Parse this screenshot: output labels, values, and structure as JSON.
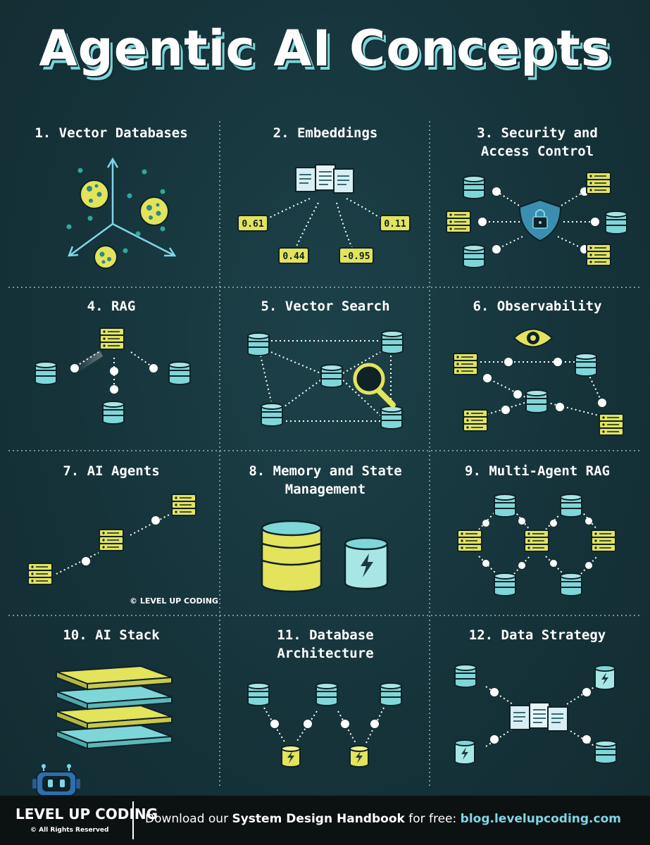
{
  "title": "Agentic AI Concepts",
  "concepts": [
    {
      "label": "1. Vector Databases"
    },
    {
      "label": "2. Embeddings"
    },
    {
      "label": "3. Security and\nAccess Control"
    },
    {
      "label": "4. RAG"
    },
    {
      "label": "5. Vector Search"
    },
    {
      "label": "6. Observability"
    },
    {
      "label": "7. AI Agents"
    },
    {
      "label": "8. Memory and State\nManagement"
    },
    {
      "label": "9. Multi-Agent RAG"
    },
    {
      "label": "10. AI Stack"
    },
    {
      "label": "11. Database\nArchitecture"
    },
    {
      "label": "12. Data Strategy"
    }
  ],
  "embeddings": {
    "values": [
      "0.61",
      "0.44",
      "-0.95",
      "0.11"
    ]
  },
  "copyright": "© LEVEL UP CODING",
  "footer": {
    "brand": "LEVEL UP CODING",
    "rights": "© All Rights Reserved",
    "cta_prefix": "Download our ",
    "cta_bold": "System Design Handbook",
    "cta_mid": " for free: ",
    "cta_link": "blog.levelupcoding.com"
  },
  "colors": {
    "background": "#17363d",
    "cyan": "#7fd6d8",
    "yellow": "#e3e35c",
    "dark": "#0e2227",
    "footer": "#0c1112",
    "link": "#7fd6e8"
  }
}
